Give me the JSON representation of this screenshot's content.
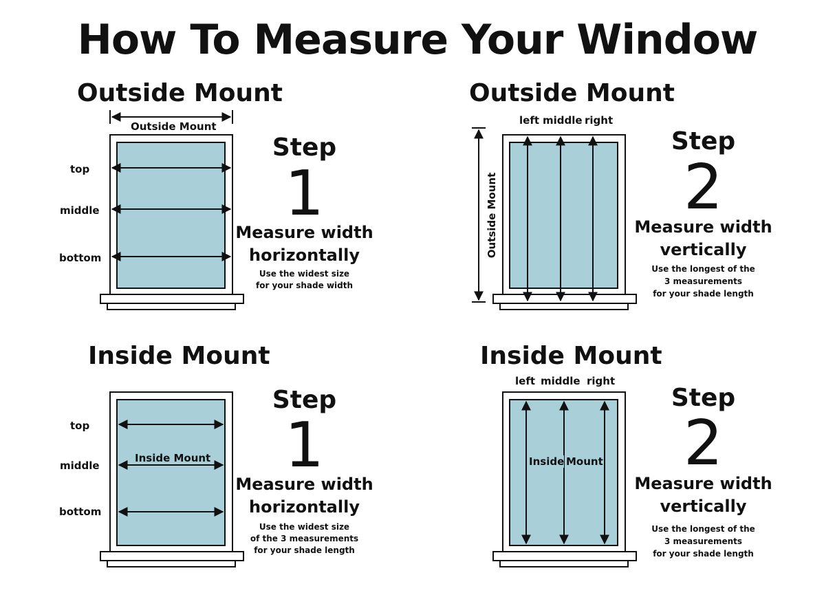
{
  "title": "How To Measure Your Window",
  "colors": {
    "glass": "#a9cfd8",
    "frame": "#ffffff",
    "line": "#111111"
  },
  "panels": {
    "outside_step1": {
      "heading": "Outside Mount",
      "top_label": "Outside Mount",
      "rows": [
        "top",
        "middle",
        "bottom"
      ],
      "step_word": "Step",
      "step_number": "1",
      "instruction_1": "Measure width",
      "instruction_2": "horizontally",
      "note_1": "Use the widest size",
      "note_2": "for your shade width"
    },
    "outside_step2": {
      "heading": "Outside Mount",
      "cols": [
        "left",
        "middle",
        "right"
      ],
      "side_label": "Outside Mount",
      "step_word": "Step",
      "step_number": "2",
      "instruction_1": "Measure width",
      "instruction_2": "vertically",
      "note_1": "Use the longest of the",
      "note_2": "3 measurements",
      "note_3": "for your shade length"
    },
    "inside_step1": {
      "heading": "Inside Mount",
      "rows": [
        "top",
        "middle",
        "bottom"
      ],
      "center_label": "Inside Mount",
      "step_word": "Step",
      "step_number": "1",
      "instruction_1": "Measure width",
      "instruction_2": "horizontally",
      "note_1": "Use the widest size",
      "note_2": "of the 3 measurements",
      "note_3": "for your shade length"
    },
    "inside_step2": {
      "heading": "Inside Mount",
      "cols": [
        "left",
        "middle",
        "right"
      ],
      "center_label_1": "Inside",
      "center_label_2": "Mount",
      "step_word": "Step",
      "step_number": "2",
      "instruction_1": "Measure width",
      "instruction_2": "vertically",
      "note_1": "Use the longest of the",
      "note_2": "3 measurements",
      "note_3": "for your shade length"
    }
  }
}
